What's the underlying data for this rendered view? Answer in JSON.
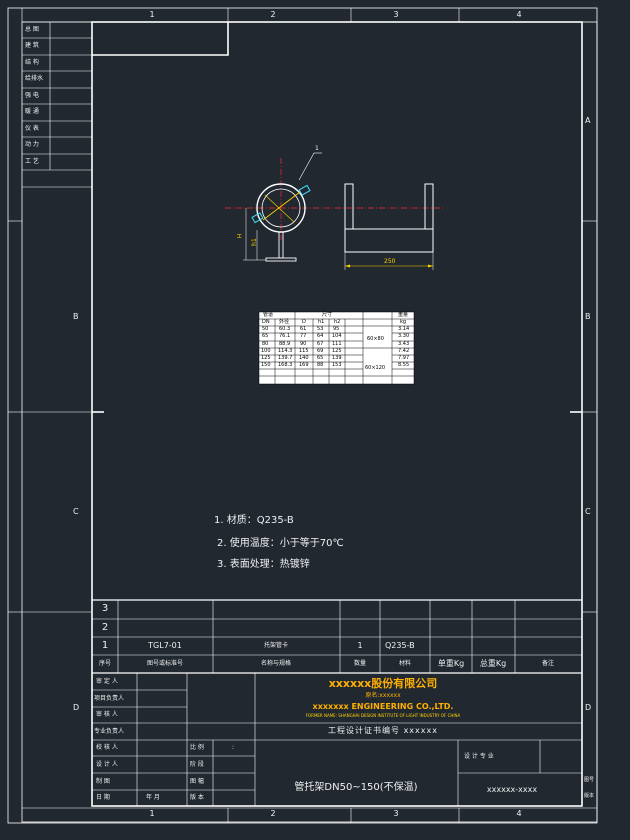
{
  "grid_columns": [
    "1",
    "2",
    "3",
    "4"
  ],
  "grid_rows": [
    "A",
    "B",
    "C",
    "D"
  ],
  "discipline_column": [
    "总 图",
    "建 筑",
    "结 构",
    "给排水",
    "强 电",
    "暖 通",
    "仪 表",
    "动 力",
    "工 艺"
  ],
  "part_callout": "1",
  "dimensions": {
    "height_h": "H",
    "height_h1": "h1",
    "width": "250"
  },
  "spec_table": {
    "header_row1": [
      "管道",
      "尺寸",
      "",
      "",
      "",
      "重量"
    ],
    "header_row2": [
      "DN",
      "外径",
      "D",
      "h1",
      "h2",
      "",
      "kg"
    ],
    "rows": [
      [
        "50",
        "60.3",
        "61",
        "53",
        "95",
        "",
        "3.14"
      ],
      [
        "65",
        "76.1",
        "77",
        "64",
        "104",
        "60×80",
        "3.30"
      ],
      [
        "80",
        "88.9",
        "90",
        "67",
        "111",
        "",
        "3.43"
      ],
      [
        "100",
        "114.3",
        "115",
        "69",
        "125",
        "",
        "7.42"
      ],
      [
        "125",
        "139.7",
        "140",
        "65",
        "139",
        "60×120",
        "7.97"
      ],
      [
        "150",
        "168.3",
        "169",
        "88",
        "153",
        "",
        "8.55"
      ]
    ]
  },
  "notes": [
    "1. 材质：Q235-B",
    "2. 使用温度：小于等于70℃",
    "3. 表面处理：热镀锌"
  ],
  "bom": {
    "rows": [
      {
        "no": "3",
        "code": "",
        "name": "",
        "qty": "",
        "material": "",
        "unit_weight": "",
        "total_weight": "",
        "remark": ""
      },
      {
        "no": "2",
        "code": "",
        "name": "",
        "qty": "",
        "material": "",
        "unit_weight": "",
        "total_weight": "",
        "remark": ""
      },
      {
        "no": "1",
        "code": "TGL7-01",
        "name": "托架管卡",
        "qty": "1",
        "material": "Q235-B",
        "unit_weight": "",
        "total_weight": "",
        "remark": ""
      }
    ],
    "headers": {
      "no": "序号",
      "code": "图号或标准号",
      "name": "名称与规格",
      "qty": "数量",
      "material": "材料",
      "unit_weight": "单重Kg",
      "total_weight": "总重Kg",
      "remark": "备注"
    }
  },
  "title_block": {
    "signatures": [
      "审 定 人",
      "项目负责人",
      "审 核 人",
      "专业负责人",
      "校 核 人",
      "设 计 人",
      "制 图",
      "日 期"
    ],
    "date_label": "年   月",
    "scale_labels": [
      "比 例",
      "阶 段",
      "图 幅",
      "版 本"
    ],
    "scale_colon": ":",
    "company_cn": "xxxxxx股份有限公司",
    "company_sub": "原名:xxxxxx",
    "company_en": "xxxxxxx ENGINEERING CO.,LTD.",
    "company_former": "FORMER NAME: SHANGHAI DESIGN INSTITUTE OF LIGHT INDUSTRY OF CHINA",
    "certificate": "工程设计证书编号 xxxxxx",
    "design_major": "设 计 专 业",
    "drawing_title": "管托架DN50~150(不保温)",
    "drawing_no": "xxxxxx-xxxx",
    "side_note1": "图号",
    "side_note2": "版本"
  },
  "colors": {
    "background": "#212830",
    "line": "#ffffff",
    "red": "#ff2a2a",
    "yellow": "#ffd400",
    "cyan": "#40e0ff",
    "orange": "#ffb000",
    "table_bg": "#ffffff"
  }
}
